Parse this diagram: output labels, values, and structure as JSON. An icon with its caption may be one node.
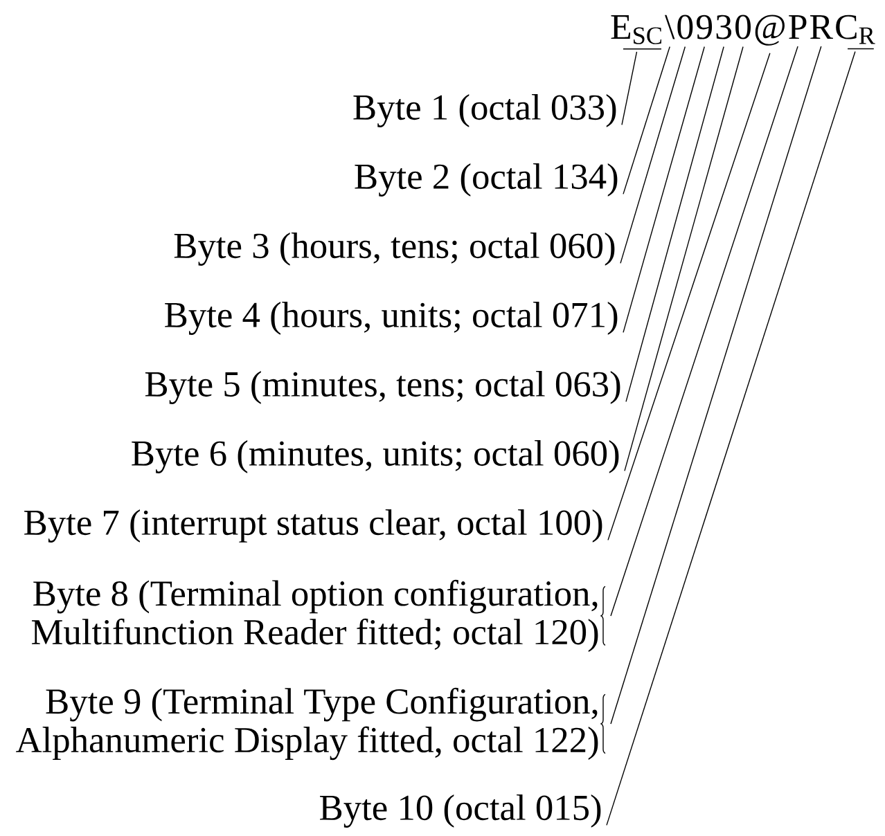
{
  "diagram": {
    "nodes": [
      {
        "text": [
          "E$_{SC}$"
        ]
      },
      {
        "text": [
          "\\"
        ]
      },
      {
        "text": [
          "0"
        ]
      },
      {
        "text": [
          "9"
        ]
      },
      {
        "text": [
          "3"
        ]
      },
      {
        "text": [
          "0"
        ]
      },
      {
        "text": [
          "@"
        ]
      },
      {
        "text": [
          "P"
        ]
      },
      {
        "text": [
          "R"
        ]
      },
      {
        "text": [
          "C$_{R}$"
        ]
      },
      {
        "text": [
          "Byte 1 (octal 033)"
        ]
      },
      {
        "text": [
          "Byte 2 (octal 134)"
        ]
      },
      {
        "text": [
          "Byte 3 (hours, tens; octal 060)"
        ]
      },
      {
        "text": [
          "Byte 4 (hours, units; octal 071)"
        ]
      },
      {
        "text": [
          "Byte 5 (minutes, tens; octal 063)"
        ]
      },
      {
        "text": [
          "Byte 6 (minutes, units; octal 060)"
        ]
      },
      {
        "text": [
          "Byte 7 (interrupt status clear, octal 100)"
        ]
      },
      {
        "text": [
          "Byte 8 (Terminal option configuration, Multifunction Reader fitted; octal 120)"
        ]
      },
      {
        "text": [
          "Byte 9 (Terminal Type Configuration, Alphanumeric Display fitted, octal 122)"
        ]
      },
      {
        "text": [
          "Byte 10 (octal 015)"
        ]
      }
    ],
    "edges": [
      {
        "from": 10,
        "to": 0,
        "arrow": "none"
      },
      {
        "from": 11,
        "to": 1,
        "arrow": "none"
      },
      {
        "from": 12,
        "to": 2,
        "arrow": "none"
      },
      {
        "from": 13,
        "to": 3,
        "arrow": "none"
      },
      {
        "from": 14,
        "to": 4,
        "arrow": "none"
      },
      {
        "from": 15,
        "to": 5,
        "arrow": "none"
      },
      {
        "from": 16,
        "to": 6,
        "arrow": "none"
      },
      {
        "from": 17,
        "to": 7,
        "arrow": "none"
      },
      {
        "from": 18,
        "to": 8,
        "arrow": "none"
      },
      {
        "from": 19,
        "to": 9,
        "arrow": "none"
      }
    ]
  }
}
